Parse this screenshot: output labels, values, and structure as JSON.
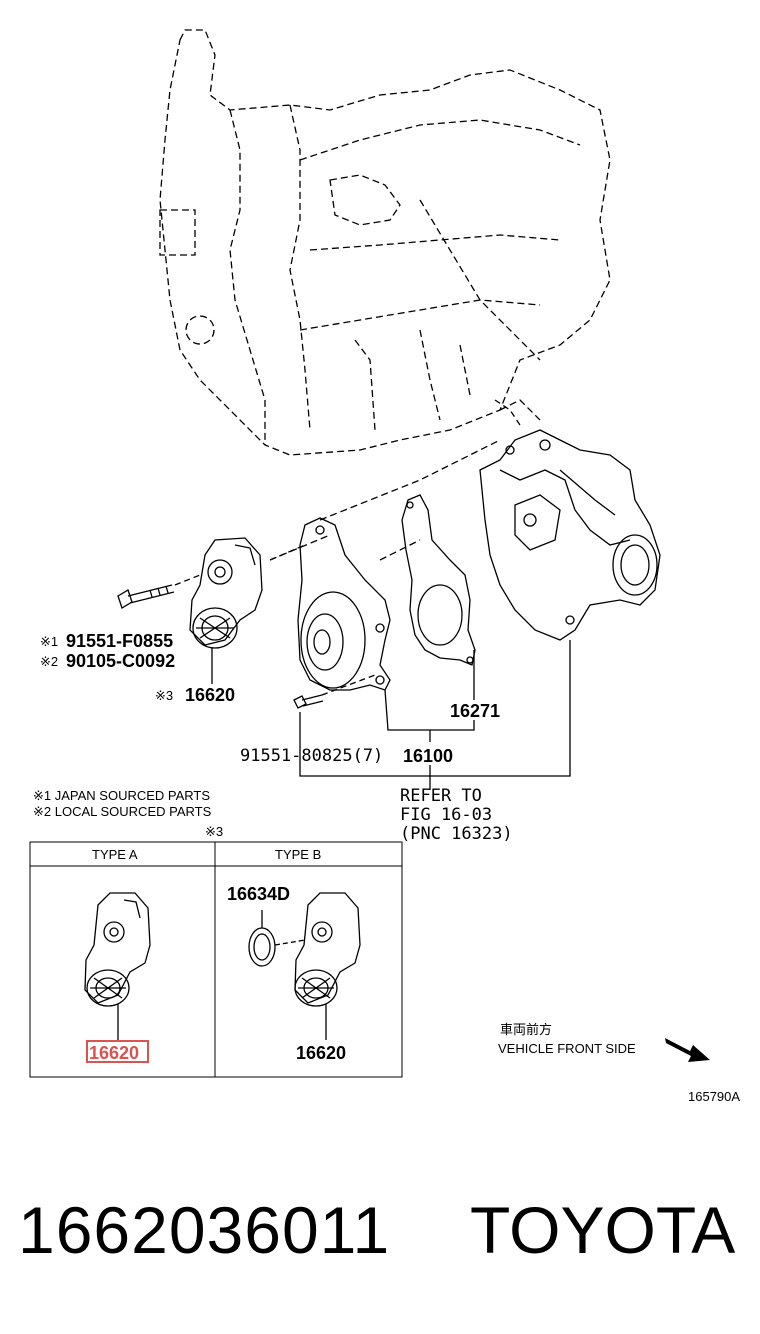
{
  "parts": {
    "bolt_japan": "91551-F0855",
    "bolt_local": "90105-C0092",
    "bolt_japan_mark": "※1",
    "bolt_local_mark": "※2",
    "tensioner": "16620",
    "tensioner_mark": "※3",
    "gasket": "16271",
    "bolt_water_pump": "91551-80825(7)",
    "water_pump": "16100",
    "refer_line1": "REFER TO",
    "refer_line2": "FIG 16-03",
    "refer_line3": "(PNC 16323)"
  },
  "notes": {
    "note1": "※1 JAPAN SOURCED PARTS",
    "note2": "※2 LOCAL SOURCED PARTS",
    "note3": "※3"
  },
  "types": {
    "type_a_header": "TYPE A",
    "type_b_header": "TYPE B",
    "type_a_part": "16620",
    "type_b_seal": "16634D",
    "type_b_part": "16620"
  },
  "direction": {
    "label_jp": "車両前方",
    "label_en": "VEHICLE FRONT SIDE"
  },
  "figure_code": "165790A",
  "footer": {
    "part_number": "1662036011",
    "brand": "TOYOTA"
  },
  "colors": {
    "highlight": "#d9534f",
    "line": "#000000"
  }
}
